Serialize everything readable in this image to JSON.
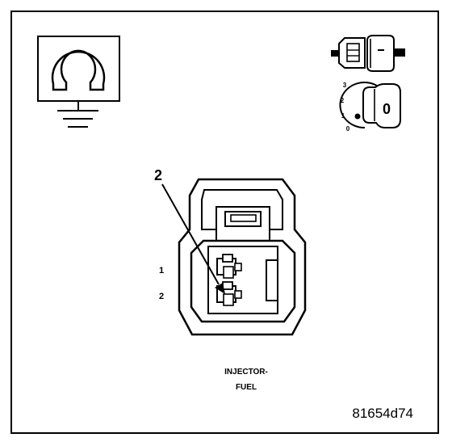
{
  "callout": {
    "number": "2"
  },
  "connector": {
    "pins": [
      {
        "label": "1"
      },
      {
        "label": "2"
      }
    ],
    "name_line1": "INJECTOR-",
    "name_line2": "FUEL"
  },
  "ignition": {
    "positions": [
      "3",
      "2",
      "1",
      "0"
    ],
    "key_label": "0"
  },
  "figure_id": "81654d74",
  "icons": [
    "ohmmeter-ground-icon",
    "connector-disconnected-icon",
    "ignition-key-off-icon"
  ]
}
